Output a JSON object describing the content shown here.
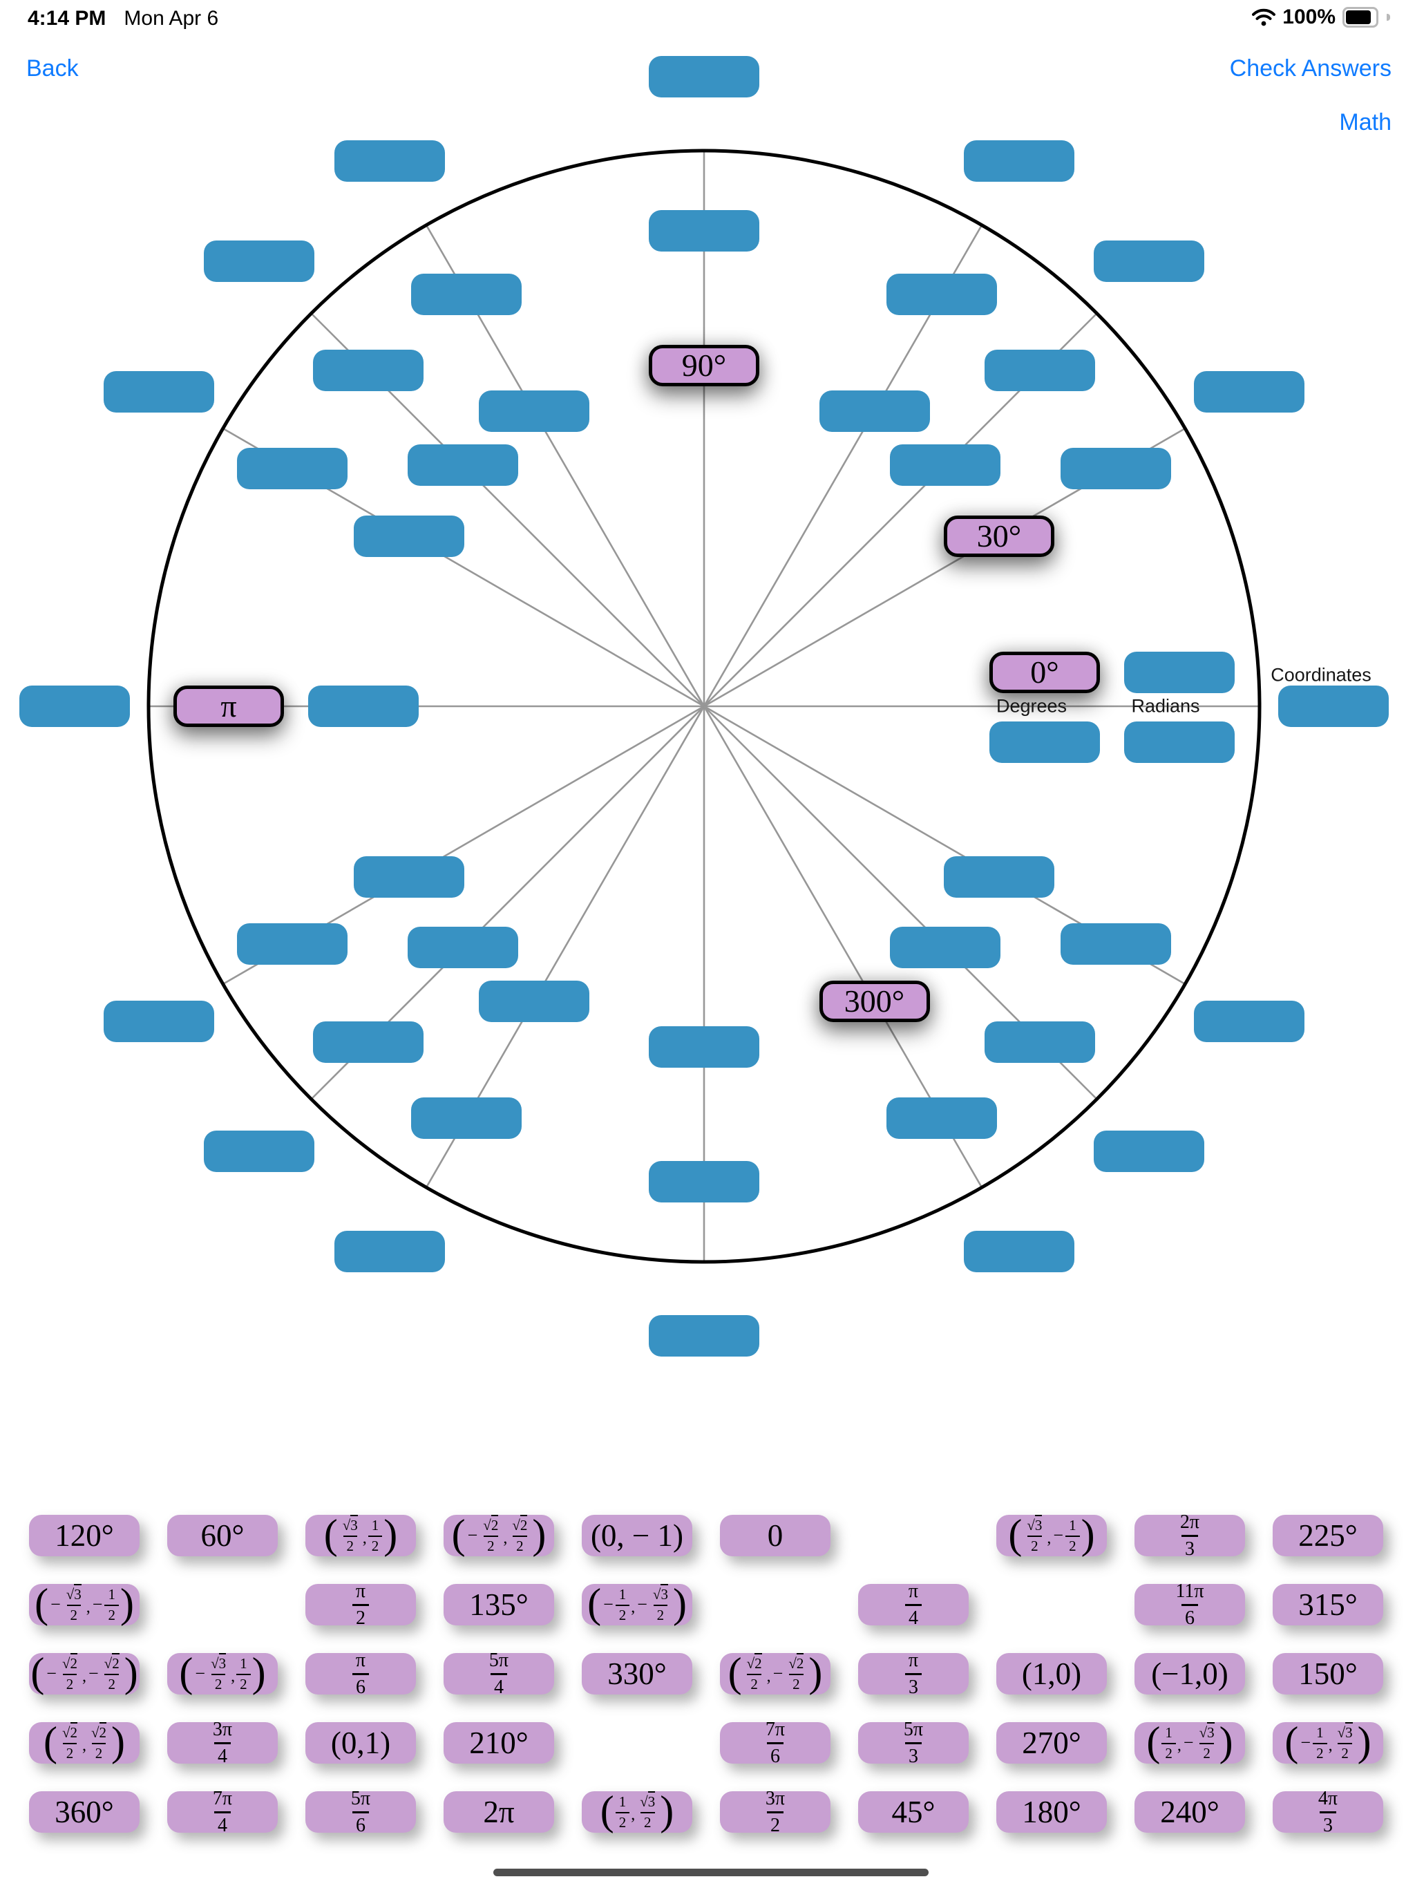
{
  "status_bar": {
    "time": "4:14 PM",
    "date": "Mon Apr 6",
    "battery_percent": "100%"
  },
  "nav": {
    "back": "Back",
    "check_answers": "Check Answers",
    "math": "Math"
  },
  "colors": {
    "accent_blue": "#0f7bff",
    "slot_blue": "#3892c3",
    "placed_tile_purple": "#ca9bd5",
    "tray_tile_purple": "#c8a0d2",
    "spoke_gray": "#979797"
  },
  "circle": {
    "column_labels": {
      "degrees": "Degrees",
      "radians": "Radians",
      "coordinates": "Coordinates"
    },
    "angles": [
      0,
      30,
      45,
      60,
      90,
      120,
      135,
      150,
      180,
      210,
      225,
      240,
      270,
      300,
      315,
      330
    ],
    "placed_tiles": [
      {
        "angle": 0,
        "ring": "degrees",
        "row": "top",
        "label": "0°"
      },
      {
        "angle": 30,
        "ring": "degrees",
        "label": "30°"
      },
      {
        "angle": 90,
        "ring": "degrees",
        "label": "90°"
      },
      {
        "angle": 180,
        "ring": "radians",
        "label": "π"
      },
      {
        "angle": 300,
        "ring": "degrees",
        "label": "300°"
      }
    ]
  },
  "tray": {
    "rows": [
      [
        {
          "text": "120°"
        },
        {
          "text": "60°"
        },
        {
          "pair": [
            "√3/2",
            "1/2"
          ]
        },
        {
          "pair": [
            "-√2/2",
            "√2/2"
          ]
        },
        {
          "text": "(0, − 1)"
        },
        {
          "text": "0"
        },
        null,
        {
          "pair": [
            "√3/2",
            "-1/2"
          ]
        },
        {
          "frac": [
            "2π",
            "3"
          ]
        },
        {
          "text": "225°"
        }
      ],
      [
        {
          "pair": [
            "-√3/2",
            "-1/2"
          ]
        },
        null,
        {
          "frac": [
            "π",
            "2"
          ]
        },
        {
          "text": "135°"
        },
        {
          "pair": [
            "-1/2",
            "-√3/2"
          ]
        },
        null,
        {
          "frac": [
            "π",
            "4"
          ]
        },
        null,
        {
          "frac": [
            "11π",
            "6"
          ]
        },
        {
          "text": "315°"
        }
      ],
      [
        {
          "pair": [
            "-√2/2",
            "-√2/2"
          ]
        },
        {
          "pair": [
            "-√3/2",
            "1/2"
          ]
        },
        {
          "frac": [
            "π",
            "6"
          ]
        },
        {
          "frac": [
            "5π",
            "4"
          ]
        },
        {
          "text": "330°"
        },
        {
          "pair": [
            "√2/2",
            "-√2/2"
          ]
        },
        {
          "frac": [
            "π",
            "3"
          ]
        },
        {
          "text": "(1,0)"
        },
        {
          "text": "(−1,0)"
        },
        {
          "text": "150°"
        }
      ],
      [
        {
          "pair": [
            "√2/2",
            "√2/2"
          ]
        },
        {
          "frac": [
            "3π",
            "4"
          ]
        },
        {
          "text": "(0,1)"
        },
        {
          "text": "210°"
        },
        null,
        {
          "frac": [
            "7π",
            "6"
          ]
        },
        {
          "frac": [
            "5π",
            "3"
          ]
        },
        {
          "text": "270°"
        },
        {
          "pair": [
            "1/2",
            "-√3/2"
          ]
        },
        {
          "pair": [
            "-1/2",
            "√3/2"
          ]
        }
      ],
      [
        {
          "text": "360°"
        },
        {
          "frac": [
            "7π",
            "4"
          ]
        },
        {
          "frac": [
            "5π",
            "6"
          ]
        },
        {
          "text": "2π"
        },
        {
          "pair": [
            "1/2",
            "√3/2"
          ]
        },
        {
          "frac": [
            "3π",
            "2"
          ]
        },
        {
          "text": "45°"
        },
        {
          "text": "180°"
        },
        {
          "text": "240°"
        },
        {
          "frac": [
            "4π",
            "3"
          ]
        }
      ]
    ]
  }
}
